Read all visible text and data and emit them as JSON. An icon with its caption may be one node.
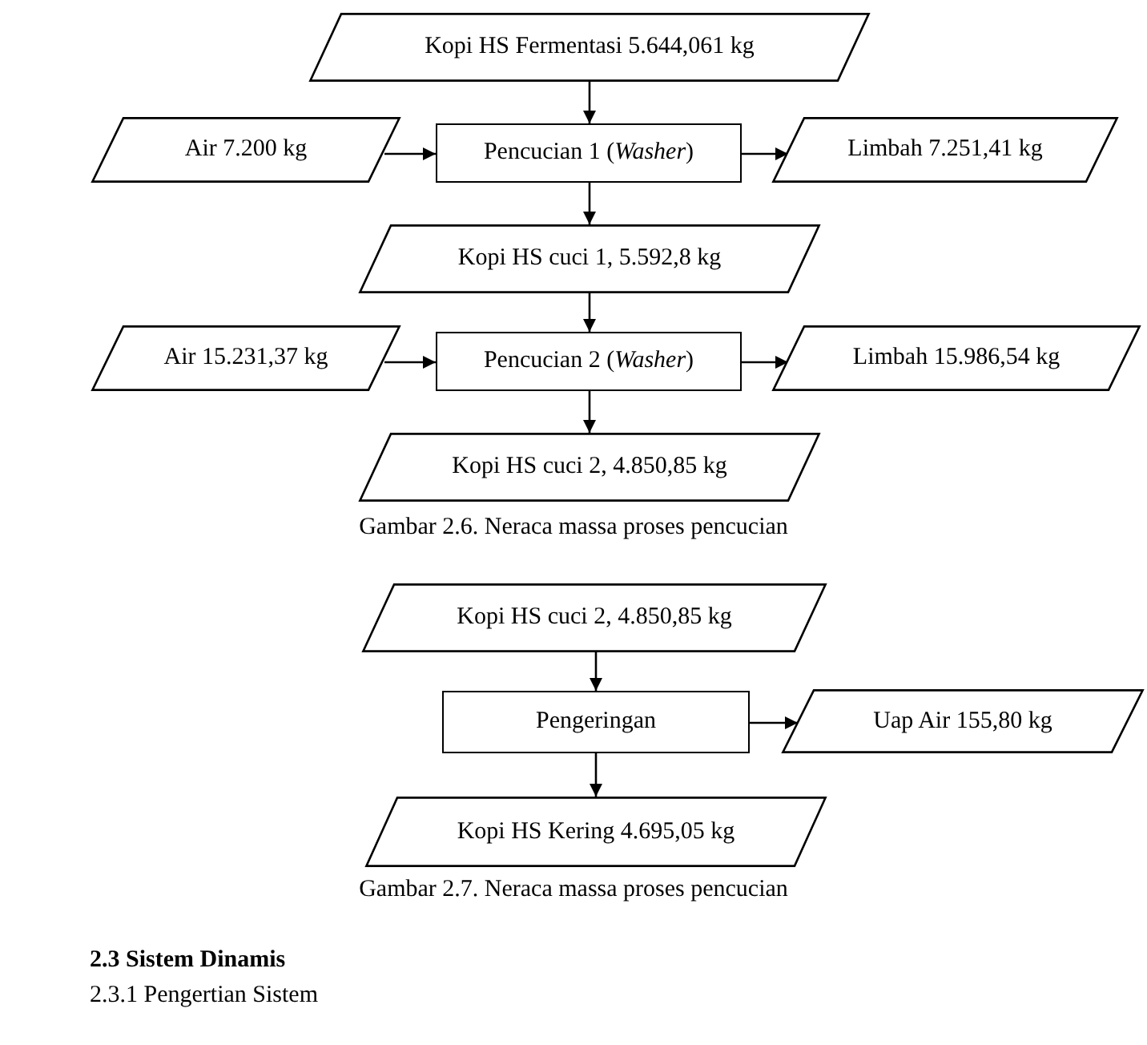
{
  "diagram": {
    "nodes": [
      {
        "text": [
          "Kopi HS Fermentasi 5.644,061 kg"
        ]
      },
      {
        "text": [
          "Air 7.200 kg"
        ]
      },
      {
        "text": [
          "Pencucian 1 (*Washer*)"
        ]
      },
      {
        "text": [
          "Limbah 7.251,41 kg"
        ]
      },
      {
        "text": [
          "Kopi HS cuci 1, 5.592,8 kg"
        ]
      },
      {
        "text": [
          "Air 15.231,37 kg"
        ]
      },
      {
        "text": [
          "Pencucian 2 (*Washer*)"
        ]
      },
      {
        "text": [
          "Limbah 15.986,54 kg"
        ]
      },
      {
        "text": [
          "Kopi HS cuci 2, 4.850,85 kg"
        ]
      },
      {
        "text": [
          "Kopi HS cuci 2, 4.850,85 kg"
        ]
      },
      {
        "text": [
          "Pengeringan"
        ]
      },
      {
        "text": [
          "Uap Air 155,80 kg"
        ]
      },
      {
        "text": [
          "Kopi HS Kering 4.695,05 kg"
        ]
      }
    ],
    "edges": [
      {
        "from": 0,
        "to": 2,
        "arrow": "to"
      },
      {
        "from": 1,
        "to": 2,
        "arrow": "to"
      },
      {
        "from": 2,
        "to": 3,
        "arrow": "to"
      },
      {
        "from": 2,
        "to": 4,
        "arrow": "to"
      },
      {
        "from": 4,
        "to": 6,
        "arrow": "to"
      },
      {
        "from": 5,
        "to": 6,
        "arrow": "to"
      },
      {
        "from": 6,
        "to": 7,
        "arrow": "to"
      },
      {
        "from": 6,
        "to": 8,
        "arrow": "to"
      },
      {
        "from": 9,
        "to": 10,
        "arrow": "to"
      },
      {
        "from": 10,
        "to": 11,
        "arrow": "to"
      },
      {
        "from": 10,
        "to": 12,
        "arrow": "to"
      }
    ],
    "labels": [
      "Gambar 2.6. Neraca massa proses pencucian",
      "Gambar 2.7. Neraca massa proses pencucian",
      "2.3 Sistem Dinamis",
      "2.3.1 Pengertian Sistem"
    ]
  }
}
